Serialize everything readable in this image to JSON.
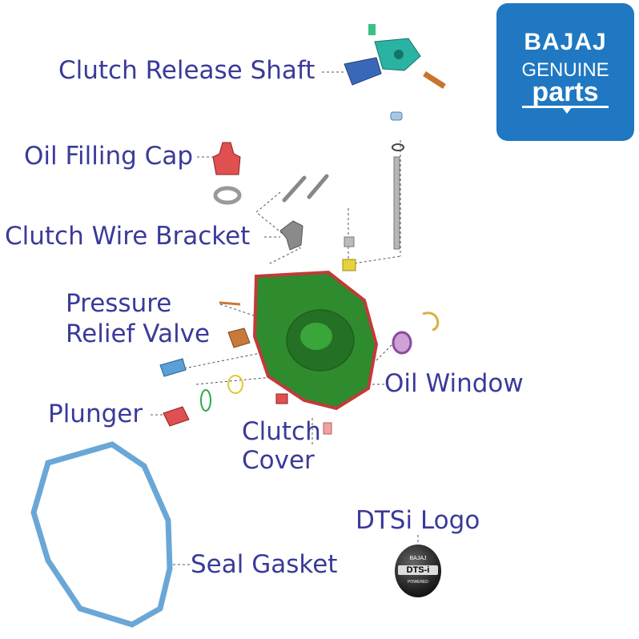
{
  "labels": {
    "clutch_release_shaft": "Clutch Release Shaft",
    "oil_filling_cap": "Oil Filling Cap",
    "clutch_wire_bracket": "Clutch Wire Bracket",
    "pressure_relief_valve_line1": "Pressure",
    "pressure_relief_valve_line2": "Relief Valve",
    "oil_window": "Oil Window",
    "plunger": "Plunger",
    "clutch_cover_line1": "Clutch",
    "clutch_cover_line2": "Cover",
    "seal_gasket": "Seal Gasket",
    "dtsi_logo": "DTSi Logo"
  },
  "logo": {
    "brand": "BAJAJ",
    "line2": "GENUINE",
    "line3": "parts"
  },
  "badge": {
    "top": "BAJAJ",
    "main": "DTS-i",
    "bottom": "POWERED"
  },
  "colors": {
    "label_text": "#3a3a9a",
    "logo_bg": "#1f78c1",
    "cover_green": "#2e8b2e",
    "gasket_blue": "#6aa7d6",
    "shaft_teal": "#2ab3a3",
    "cap_red": "#e05050"
  }
}
